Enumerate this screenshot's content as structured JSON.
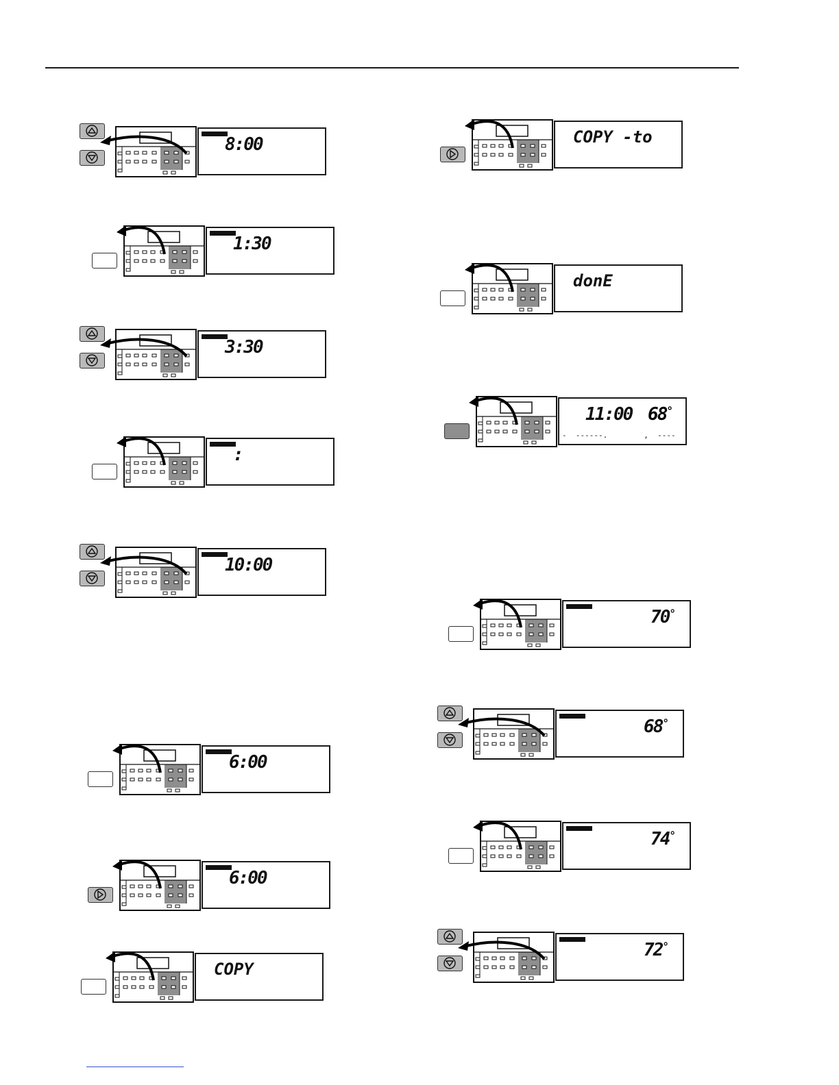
{
  "steps": [
    {
      "id": "l1",
      "buttons": "updown",
      "display": "8:00",
      "kind": "time",
      "bar": true
    },
    {
      "id": "l2",
      "buttons": "blank",
      "display": "1:30",
      "kind": "time",
      "bar": true
    },
    {
      "id": "l3",
      "buttons": "updown",
      "display": "3:30",
      "kind": "time",
      "bar": true
    },
    {
      "id": "l4",
      "buttons": "blank",
      "display": ":",
      "kind": "time",
      "bar": true
    },
    {
      "id": "l5",
      "buttons": "updown",
      "display": "10:00",
      "kind": "time",
      "bar": true
    },
    {
      "id": "l6",
      "buttons": "blank",
      "display": "6:00",
      "kind": "time",
      "bar": true
    },
    {
      "id": "l7",
      "buttons": "right",
      "display": "6:00",
      "kind": "time",
      "bar": true
    },
    {
      "id": "l8",
      "buttons": "blank",
      "display": "COPY",
      "kind": "word",
      "bar": false
    },
    {
      "id": "r1",
      "buttons": "right",
      "display": "COPY -to",
      "kind": "word",
      "bar": false
    },
    {
      "id": "r2",
      "buttons": "blank",
      "display": "donE",
      "kind": "word",
      "bar": false
    },
    {
      "id": "r3",
      "buttons": "grey",
      "display": "11:00",
      "display2": "68",
      "sub": "-  ------.        ,  ----",
      "kind": "dual",
      "bar": false
    },
    {
      "id": "r4",
      "buttons": "blank",
      "display": "70",
      "kind": "temp",
      "bar": true
    },
    {
      "id": "r5",
      "buttons": "updown",
      "display": "68",
      "kind": "temp",
      "bar": true
    },
    {
      "id": "r6",
      "buttons": "blank",
      "display": "74",
      "kind": "temp",
      "bar": true
    },
    {
      "id": "r7",
      "buttons": "updown",
      "display": "72",
      "kind": "temp",
      "bar": true
    }
  ],
  "degree_symbol": "°",
  "colors": {
    "shade": "#8e8e8e",
    "ink": "#111111"
  },
  "icons": {
    "up": "up-arrow-icon",
    "down": "down-arrow-icon",
    "right": "right-arrow-icon"
  }
}
